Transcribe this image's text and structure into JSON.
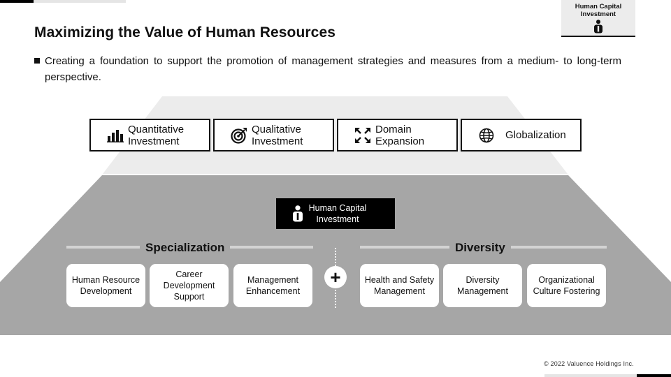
{
  "tag": {
    "label": "Human Capital\nInvestment"
  },
  "page": {
    "title": "Maximizing the Value of Human Resources",
    "bullet": "Creating a foundation to support the promotion of management strategies and measures from a medium- to long-term perspective."
  },
  "pillars": [
    {
      "label": "Quantitative\nInvestment",
      "icon": "bar-chart-icon"
    },
    {
      "label": "Qualitative\nInvestment",
      "icon": "target-icon"
    },
    {
      "label": "Domain\nExpansion",
      "icon": "expand-arrows-icon"
    },
    {
      "label": "Globalization",
      "icon": "globe-icon"
    }
  ],
  "core": {
    "label": "Human Capital\nInvestment",
    "icon": "person-icon"
  },
  "groups": {
    "specialization": {
      "title": "Specialization",
      "items": [
        "Human Resource\nDevelopment",
        "Career\nDevelopment\nSupport",
        "Management\nEnhancement"
      ]
    },
    "diversity": {
      "title": "Diversity",
      "items": [
        "Health and Safety\nManagement",
        "Diversity\nManagement",
        "Organizational\nCulture Fostering"
      ]
    }
  },
  "connector": {
    "symbol": "+"
  },
  "footer": {
    "copyright": "© 2022 Valuence Holdings Inc."
  },
  "colors": {
    "upper_tier": "#ececec",
    "lower_tier": "#a6a6a6",
    "core_box": "#000000",
    "divider_line": "#d3d3d3"
  }
}
